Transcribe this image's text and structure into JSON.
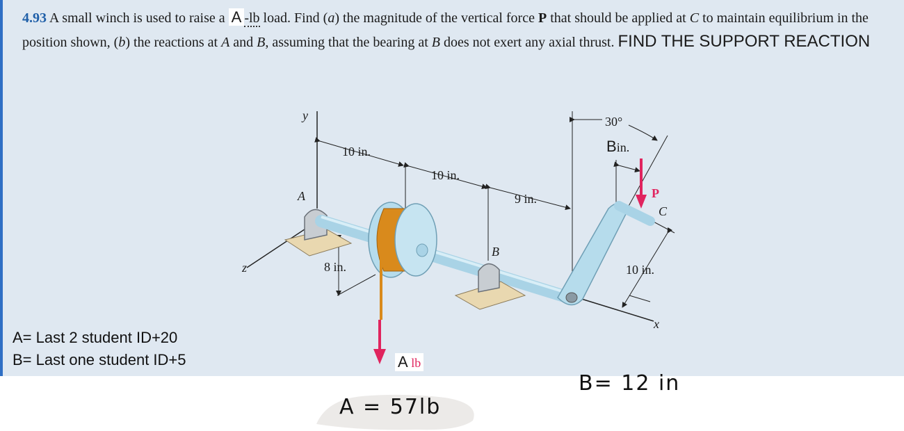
{
  "problem": {
    "number": "4.93",
    "text_1": " A small winch is used to raise a ",
    "load_var": "A",
    "text_2": "-lb",
    "text_3": " load. Find (",
    "part_a": "a",
    "text_4": ") the magnitude of the vertical force ",
    "force": "P",
    "text_5": " that should be applied at ",
    "point_c": "C",
    "text_6": " to maintain equilibrium in the position shown, (",
    "part_b": "b",
    "text_7": ") the reactions at ",
    "point_a": "A",
    "text_8": " and ",
    "point_b": "B",
    "text_9": ", assuming that the bearing at ",
    "point_b2": "B",
    "text_10": " does not exert any axial thrust.",
    "instruction": "FIND THE SUPPORT REACTION"
  },
  "notes": {
    "line_a": "A= Last 2 student ID+20",
    "line_b": "B= Last one student ID+5"
  },
  "diagram": {
    "axis_y": "y",
    "axis_z": "z",
    "axis_x": "x",
    "label_a": "A",
    "label_b": "B",
    "label_c": "C",
    "label_p": "P",
    "dim_1": "10 in.",
    "dim_2": "10 in.",
    "dim_3": "9 in.",
    "dim_8": "8 in.",
    "dim_10": "10 in.",
    "angle": "30°",
    "crank_var": "B",
    "crank_unit": "in.",
    "load_var": "A",
    "load_unit": "lb",
    "colors": {
      "shaft": "#a9d3e6",
      "drum_rope": "#d98a1c",
      "force_arrow": "#e0245e",
      "base": "#e9d8b0"
    }
  },
  "handwriting": {
    "a_value": "A = 57lb",
    "b_value": "B= 12 in"
  }
}
